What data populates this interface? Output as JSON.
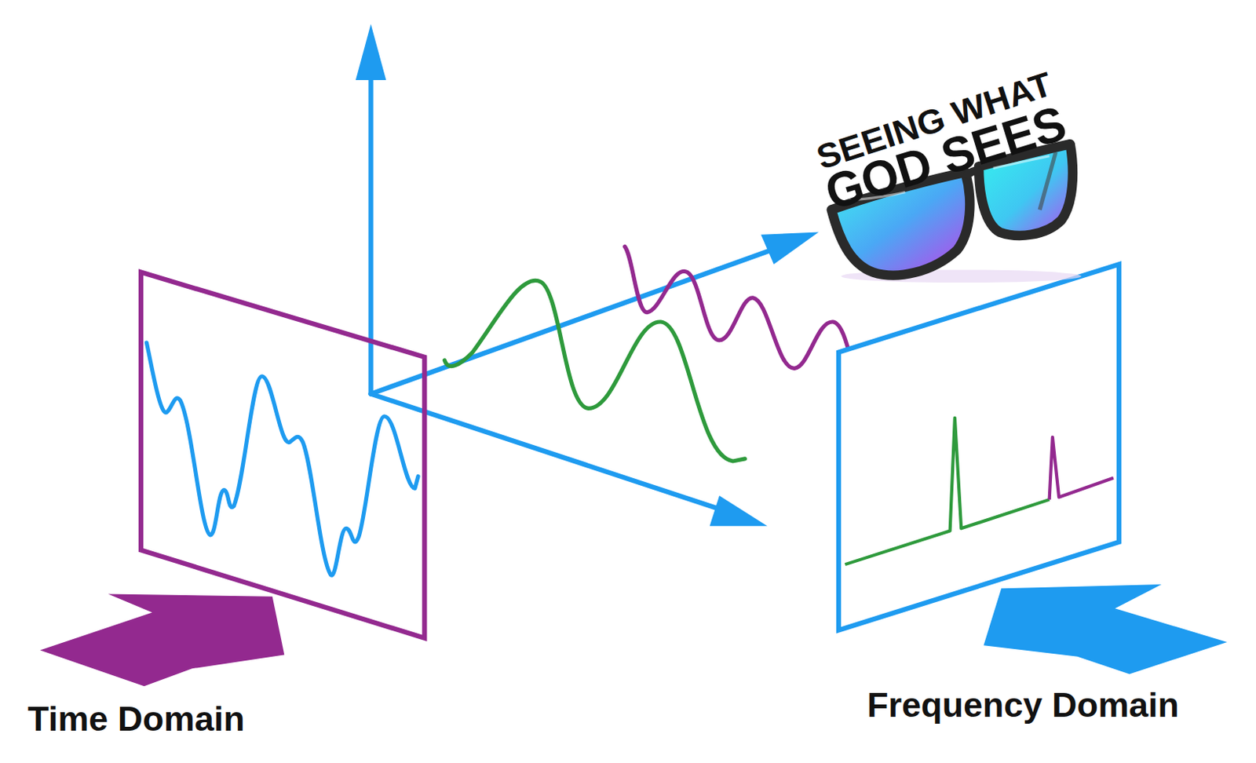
{
  "diagram": {
    "labels": [
      "SEEING WHAT",
      "GOD SEES",
      "Time Domain",
      "Frequency Domain"
    ]
  }
}
